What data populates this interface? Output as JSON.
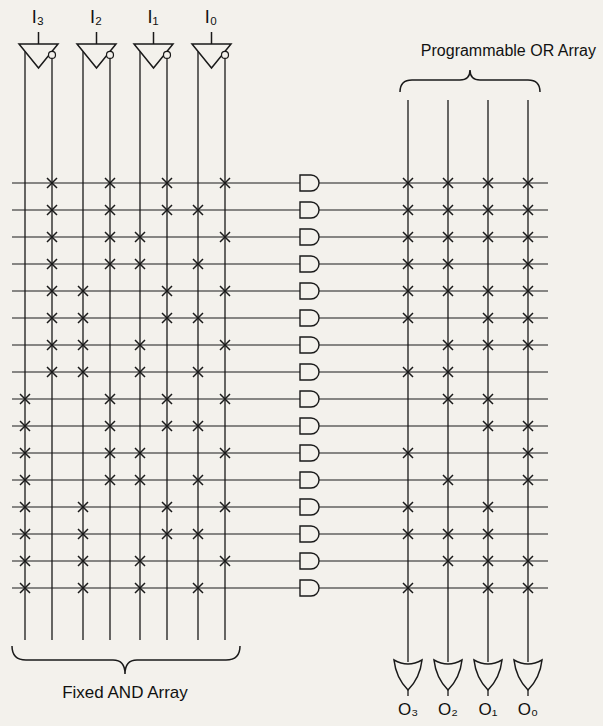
{
  "diagram": {
    "labels": [
      "I₃",
      "I₂",
      "I₁",
      "I₀",
      "Programmable OR Array",
      "Fixed AND Array",
      "O₃",
      "O₂",
      "O₁",
      "O₀"
    ]
  }
}
